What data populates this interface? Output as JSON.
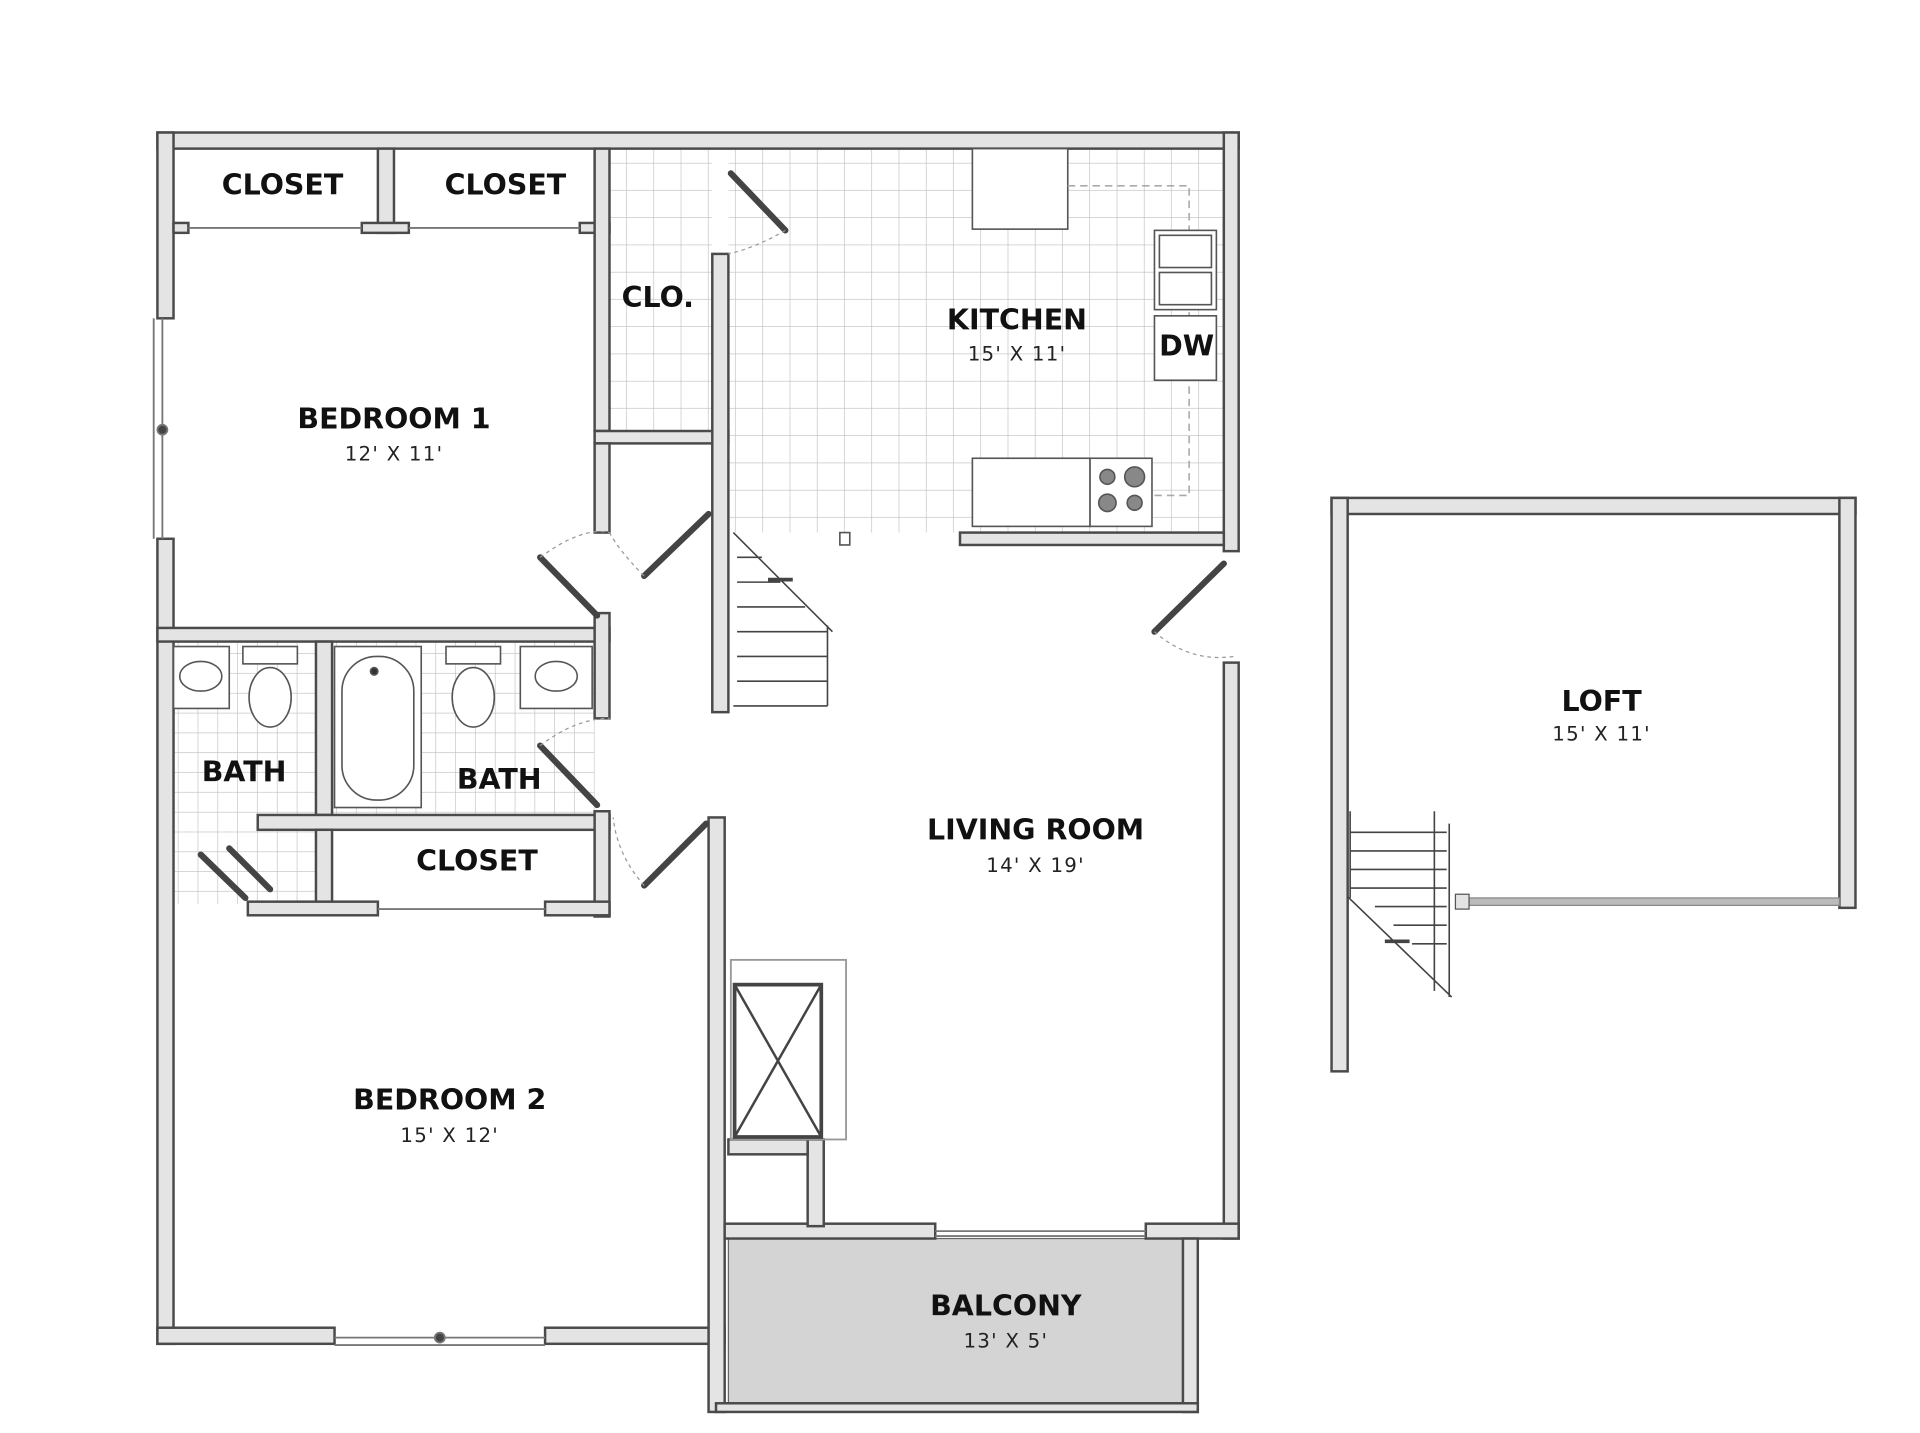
{
  "plan": {
    "rooms": {
      "closet_1": {
        "name": "CLOSET"
      },
      "closet_2": {
        "name": "CLOSET"
      },
      "clo": {
        "name": "CLO."
      },
      "kitchen": {
        "name": "KITCHEN",
        "size": "15' X 11'"
      },
      "dw": {
        "name": "DW"
      },
      "bedroom_1": {
        "name": "BEDROOM 1",
        "size": "12' X 11'"
      },
      "bath_1": {
        "name": "BATH"
      },
      "bath_2": {
        "name": "BATH"
      },
      "closet_3": {
        "name": "CLOSET"
      },
      "living_room": {
        "name": "LIVING ROOM",
        "size": "14' X 19'"
      },
      "bedroom_2": {
        "name": "BEDROOM 2",
        "size": "15' X 12'"
      },
      "balcony": {
        "name": "BALCONY",
        "size": "13' X 5'"
      },
      "loft": {
        "name": "LOFT",
        "size": "15' X 11'"
      }
    },
    "colors": {
      "wall_fill": "#e4e4e4",
      "wall_line": "#4a4a4a",
      "balcony_fill": "#d4d4d4"
    }
  }
}
